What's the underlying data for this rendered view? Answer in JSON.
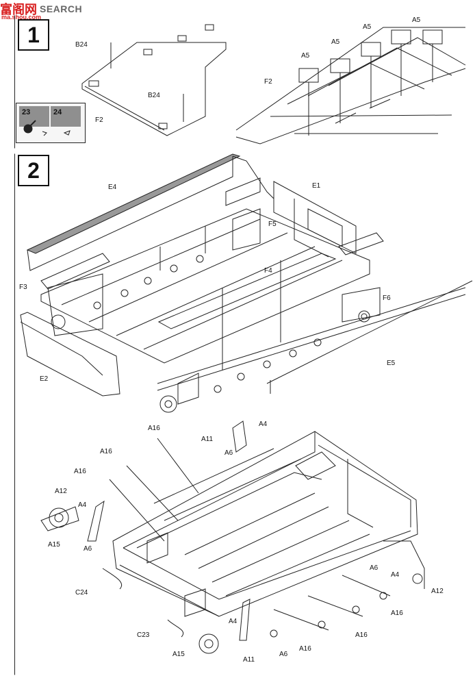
{
  "watermark": {
    "chinese": "富阁网",
    "brand": "SEARCH",
    "url": "ma.shou.com"
  },
  "steps": {
    "one": "1",
    "two": "2"
  },
  "tip": {
    "left_part": "23",
    "right_part": "24"
  },
  "labels": {
    "b24_top": "B24",
    "b24_mid": "B24",
    "f2_left": "F2",
    "f2_right": "F2",
    "a5_1": "A5",
    "a5_2": "A5",
    "a5_3": "A5",
    "a5_4": "A5",
    "e4": "E4",
    "e1": "E1",
    "f5": "F5",
    "f3": "F3",
    "f4": "F4",
    "f6": "F6",
    "e2": "E2",
    "e5": "E5",
    "a16_1": "A16",
    "a11_top": "A11",
    "a4_top": "A4",
    "a16_2": "A16",
    "a6_top": "A6",
    "a16_3": "A16",
    "a12_left": "A12",
    "a4_left": "A4",
    "a15_left": "A15",
    "a6_left": "A6",
    "c24": "C24",
    "c23": "C23",
    "a6_right": "A6",
    "a4_right": "A4",
    "a12_right": "A12",
    "a16_r1": "A16",
    "a4_bot": "A4",
    "a16_r2": "A16",
    "a16_r3": "A16",
    "a15_bot": "A15",
    "a11_bot": "A11",
    "a6_bot": "A6"
  }
}
